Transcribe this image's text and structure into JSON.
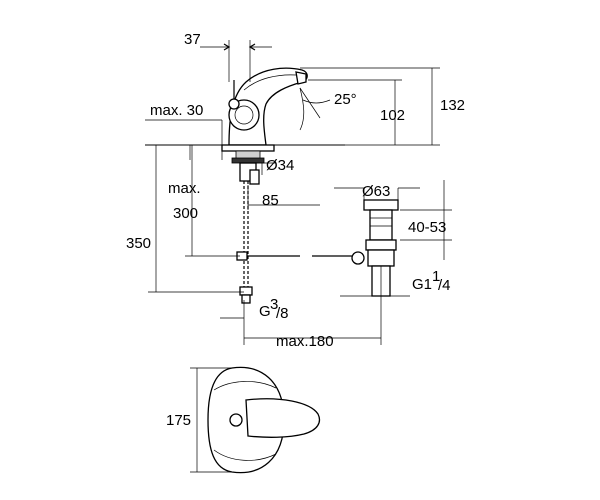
{
  "drawing": {
    "dimensions": {
      "spout_offset": "37",
      "max_30": "max. 30",
      "angle": "25°",
      "height_102": "102",
      "height_132": "132",
      "diameter_34": "Ø34",
      "max_label": "max.",
      "val_300": "300",
      "val_350": "350",
      "val_85": "85",
      "diameter_63": "Ø63",
      "range_40_53": "40-53",
      "g_main": "G",
      "g_sup": "3",
      "g_sub": "/8",
      "g1_main": "G1",
      "g1_sup": "1",
      "g1_sub": "/4",
      "max_180": "max.180",
      "depth_175": "175"
    }
  }
}
